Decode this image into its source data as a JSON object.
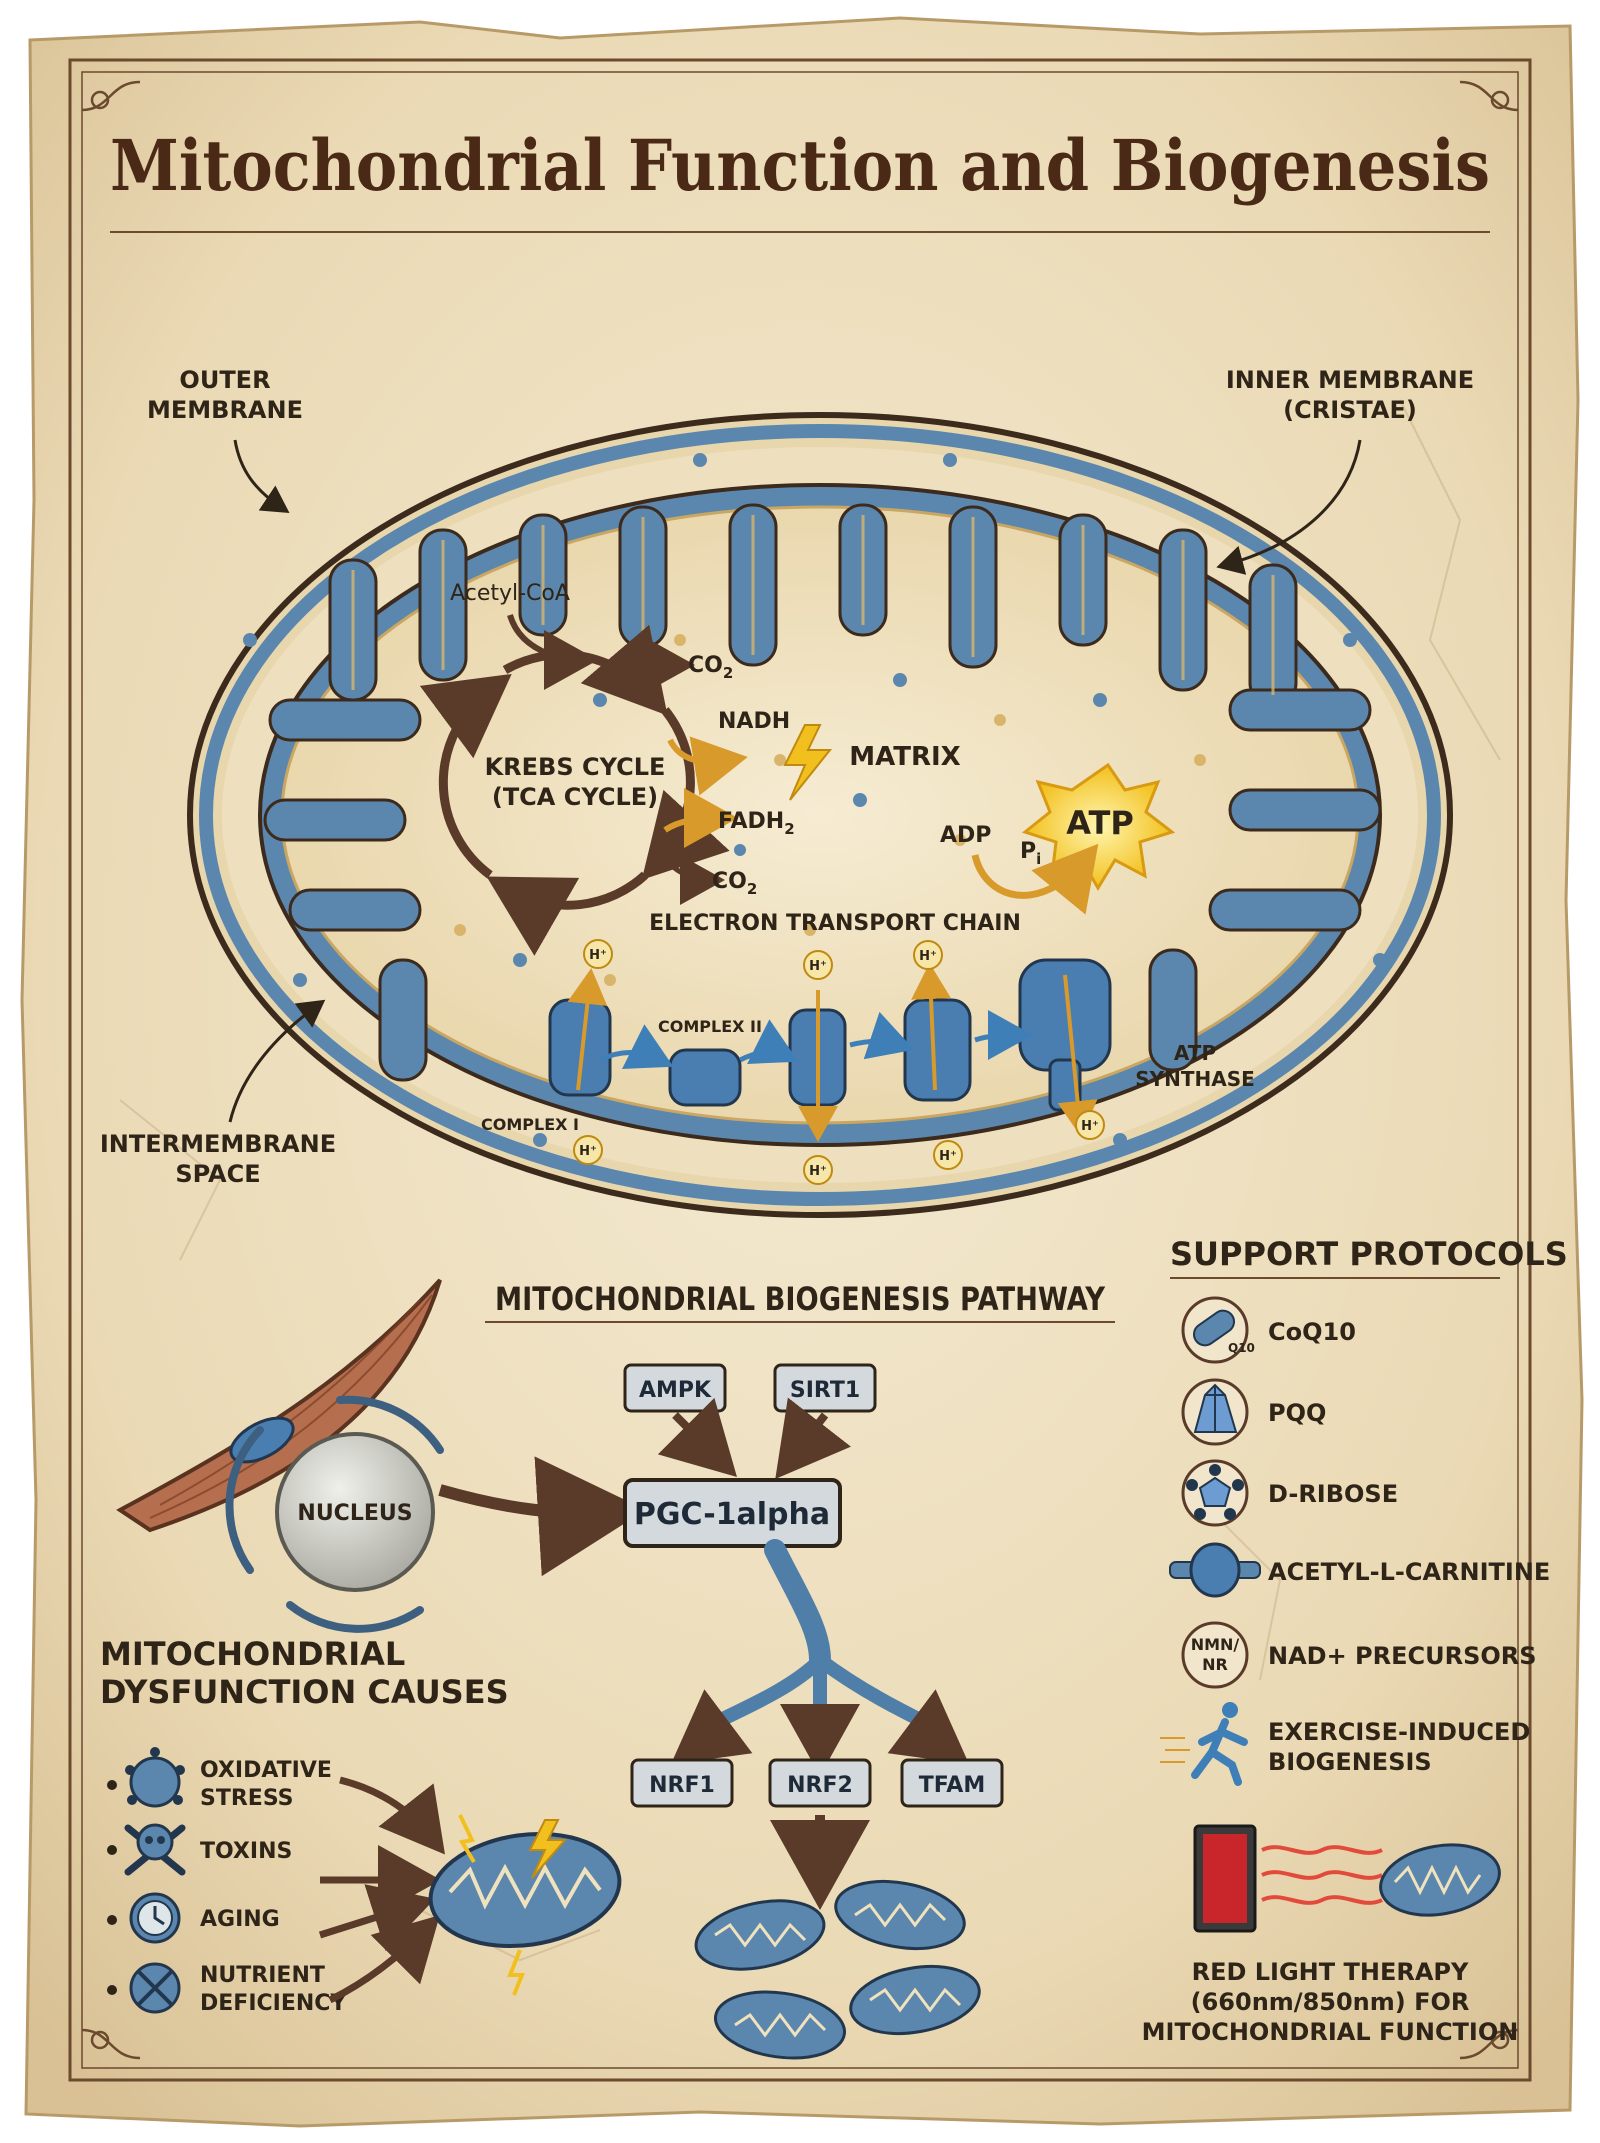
{
  "title": "Mitochondrial Function and Biogenesis",
  "mito": {
    "outer_membrane": [
      "OUTER",
      "MEMBRANE"
    ],
    "inner_membrane": [
      "INNER MEMBRANE",
      "(CRISTAE)"
    ],
    "intermembrane_space": [
      "INTERMEMBRANE",
      "SPACE"
    ],
    "matrix": "MATRIX",
    "acetyl_coa": "Acetyl-CoA",
    "krebs": [
      "KREBS CYCLE",
      "(TCA CYCLE)"
    ],
    "co2_top": "CO",
    "co2_bottom": "CO",
    "subscript_2": "2",
    "nadh": "NADH",
    "fadh2": "FADH",
    "atp": "ATP",
    "adp": "ADP",
    "pi": "P",
    "pi_sub": "i",
    "etc": "ELECTRON TRANSPORT CHAIN",
    "complex_1": "COMPLEX I",
    "complex_2": "COMPLEX II",
    "atp_synthase": [
      "ATP",
      "SYNTHASE"
    ],
    "proton": "H⁺"
  },
  "pathway": {
    "heading": "MITOCHONDRIAL BIOGENESIS PATHWAY",
    "nucleus": "NUCLEUS",
    "ampk": "AMPK",
    "sirt1": "SIRT1",
    "pgc": "PGC-1alpha",
    "nrf1": "NRF1",
    "nrf2": "NRF2",
    "tfam": "TFAM"
  },
  "support": {
    "heading": "SUPPORT PROTOCOLS",
    "items": [
      {
        "label": "CoQ10",
        "icon": "capsule-icon"
      },
      {
        "label": "PQQ",
        "icon": "crystal-icon"
      },
      {
        "label": "D-RIBOSE",
        "icon": "molecule-icon"
      },
      {
        "label": "ACETYL-L-CARNITINE",
        "icon": "transporter-icon"
      },
      {
        "label": "NAD+ PRECURSORS",
        "icon": "nmn-nr-icon"
      },
      {
        "label": [
          "EXERCISE-INDUCED",
          "BIOGENESIS"
        ],
        "icon": "runner-icon"
      }
    ],
    "q10": "Q10",
    "nmn": [
      "NMN/",
      "NR"
    ],
    "red_light": [
      "RED LIGHT THERAPY",
      "(660nm/850nm) FOR",
      "MITOCHONDRIAL FUNCTION"
    ]
  },
  "dysfunction": {
    "heading": [
      "MITOCHONDRIAL",
      "DYSFUNCTION CAUSES"
    ],
    "items": [
      {
        "label": [
          "OXIDATIVE",
          "STRESS"
        ],
        "icon": "oxidative-stress-icon"
      },
      {
        "label": [
          "TOXINS"
        ],
        "icon": "skull-icon"
      },
      {
        "label": [
          "AGING"
        ],
        "icon": "clock-icon"
      },
      {
        "label": [
          "NUTRIENT",
          "DEFICIENCY"
        ],
        "icon": "nutrient-deficiency-icon"
      }
    ]
  },
  "colors": {
    "parchment": "#efe3c7",
    "ink": "#2f2418",
    "membrane_blue": "#4f7fa8",
    "protein_blue": "#4a7db0",
    "arrow_brown": "#5a3a28",
    "gold": "#e0b040"
  }
}
